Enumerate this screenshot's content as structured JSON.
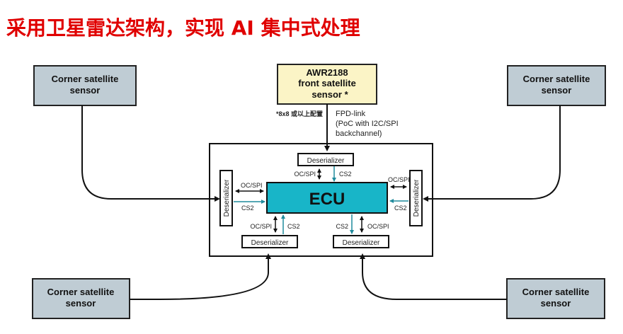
{
  "title": "采用卫星雷达架构，实现 AI 集中式处理",
  "front_sensor": {
    "line1": "AWR2188",
    "line2": "front satellite",
    "line3": "sensor *",
    "fill": "#fbf4c6"
  },
  "footnote": "*8x8 或以上配置",
  "link_label": {
    "line1": "FPD-link",
    "line2": "(PoC with I2C/SPI",
    "line3": "backchannel)"
  },
  "corner_sensors": [
    {
      "position": "top-left",
      "line1": "Corner satellite",
      "line2": "sensor"
    },
    {
      "position": "top-right",
      "line1": "Corner satellite",
      "line2": "sensor"
    },
    {
      "position": "bottom-left",
      "line1": "Corner satellite",
      "line2": "sensor"
    },
    {
      "position": "bottom-right",
      "line1": "Corner satellite",
      "line2": "sensor"
    }
  ],
  "corner_fill": "#bfccd4",
  "ecu": {
    "label": "ECU",
    "fill": "#18b5c8"
  },
  "deserializer_label": "Deserializer",
  "control_label": "OC/SPI",
  "data_label": "CS2",
  "colors": {
    "title": "#e00000",
    "cs2_arrow": "#1f8a9c",
    "line": "#111111"
  }
}
